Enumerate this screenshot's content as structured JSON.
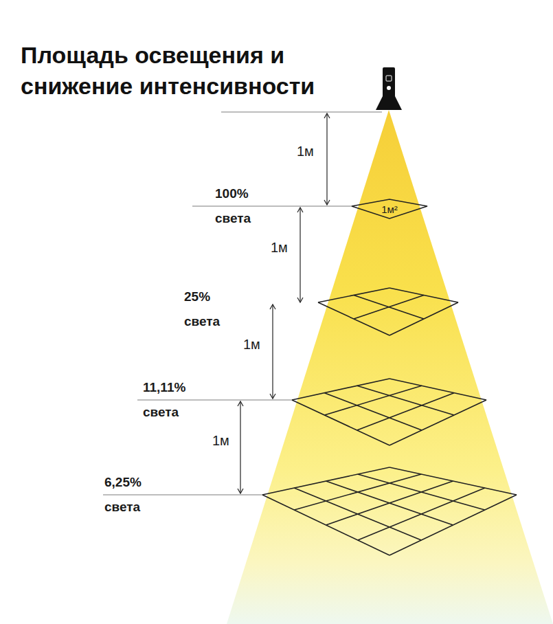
{
  "diagram": {
    "title": "Площадь освещения и снижение интенсивности",
    "nodes": [
      {
        "text": [
          "1м²"
        ]
      }
    ],
    "labels": [
      "1м",
      "100% света",
      "1м",
      "25% света",
      "1м",
      "11,11% света",
      "1м",
      "6,25% света"
    ]
  }
}
